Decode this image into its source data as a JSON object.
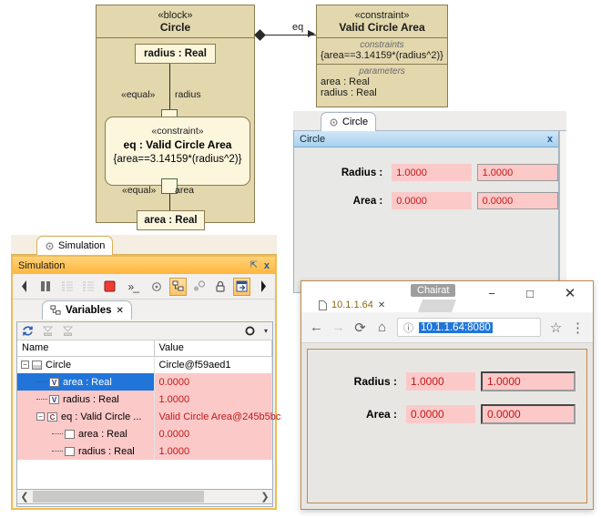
{
  "diagram": {
    "circle_block": {
      "stereotype": "«block»",
      "name": "Circle",
      "port_radius": "radius : Real",
      "port_area": "area : Real",
      "inner_constraint": {
        "stereotype": "«constraint»",
        "name": "eq : Valid Circle Area",
        "equation": "{area==3.14159*(radius^2)}"
      },
      "edge_top_label": "«equal»",
      "edge_top_role": "radius",
      "edge_bottom_label": "«equal»",
      "edge_bottom_role": "area"
    },
    "constraint_block": {
      "stereotype": "«constraint»",
      "name": "Valid Circle Area",
      "constraints_caption": "constraints",
      "constraints_body": "{area==3.14159*(radius^2)}",
      "parameters_caption": "parameters",
      "parameters": [
        "area : Real",
        "radius : Real"
      ]
    },
    "association_label": "eq"
  },
  "circle_panel": {
    "tab_label": "Circle",
    "window_title": "Circle",
    "close_label": "x",
    "rows": [
      {
        "label": "Radius :",
        "display_value": "1.0000",
        "input_value": "1.0000"
      },
      {
        "label": "Area :",
        "display_value": "0.0000",
        "input_value": "0.0000"
      }
    ]
  },
  "simulation": {
    "tab_label": "Simulation",
    "window_title": "Simulation",
    "maximize_label": "⇱",
    "close_label": "x",
    "toolbar": [
      {
        "name": "prev-arrow-button",
        "glyph": "◀",
        "state": "normal"
      },
      {
        "name": "pause-button",
        "glyph": "❙❙",
        "state": "normal"
      },
      {
        "name": "step-into-button",
        "glyph": "⇥",
        "state": "disabled"
      },
      {
        "name": "step-over-button",
        "glyph": "⇤",
        "state": "disabled"
      },
      {
        "name": "stop-button",
        "glyph": "■",
        "state": "normal"
      },
      {
        "name": "console-button",
        "glyph": "»_",
        "state": "normal"
      },
      {
        "name": "settings-gear-button",
        "glyph": "✿",
        "state": "normal"
      },
      {
        "name": "variables-tree-button",
        "glyph": "⊞",
        "state": "active"
      },
      {
        "name": "breakpoints-button",
        "glyph": "∘°",
        "state": "normal"
      },
      {
        "name": "lock-button",
        "glyph": "🔒",
        "state": "normal"
      },
      {
        "name": "open-ui-button",
        "glyph": "⇨",
        "state": "active"
      },
      {
        "name": "next-arrow-button",
        "glyph": "▶",
        "state": "normal"
      }
    ],
    "variables_tab": "Variables",
    "variables_tab_close": "✕",
    "panel_toolbar": [
      {
        "name": "refresh-button",
        "glyph": "⟳",
        "state": "normal"
      },
      {
        "name": "expand-all-button",
        "glyph": "▼",
        "state": "disabled"
      },
      {
        "name": "collapse-all-button",
        "glyph": "▼",
        "state": "disabled"
      },
      {
        "name": "options-gear-button",
        "glyph": "✿",
        "state": "normal"
      },
      {
        "name": "options-dropdown-arrow",
        "glyph": "▾",
        "state": "normal"
      }
    ],
    "table": {
      "columns": [
        "Name",
        "Value"
      ],
      "rows": [
        {
          "indent": 0,
          "expander": "−",
          "icon": "block-icon",
          "name": "Circle",
          "value": "Circle@f59aed1",
          "value_red": false,
          "pink": false,
          "selected": false
        },
        {
          "indent": 1,
          "expander": "",
          "icon": "value-icon",
          "name": "area : Real",
          "value": "0.0000",
          "value_red": true,
          "pink": true,
          "selected": true
        },
        {
          "indent": 1,
          "expander": "",
          "icon": "value-icon",
          "name": "radius : Real",
          "value": "1.0000",
          "value_red": true,
          "pink": true,
          "selected": false
        },
        {
          "indent": 1,
          "expander": "−",
          "icon": "constraint-icon",
          "name": "eq : Valid Circle ...",
          "value": "Valid Circle Area@245b5bc",
          "value_red": true,
          "pink": true,
          "selected": false
        },
        {
          "indent": 2,
          "expander": "",
          "icon": "parameter-icon",
          "name": "area : Real",
          "value": "0.0000",
          "value_red": true,
          "pink": true,
          "selected": false
        },
        {
          "indent": 2,
          "expander": "",
          "icon": "parameter-icon",
          "name": "radius : Real",
          "value": "1.0000",
          "value_red": true,
          "pink": true,
          "selected": false
        }
      ]
    },
    "hscroll": {
      "left_arrow": "❮",
      "right_arrow": "❯"
    }
  },
  "browser": {
    "profile_label": "Chairat",
    "minimize_label": "−",
    "maximize_label": "□",
    "close_label": "✕",
    "tab_title": "10.1.1.64",
    "tab_close": "✕",
    "back_label": "←",
    "forward_label": "→",
    "reload_label": "⟳",
    "home_label": "⌂",
    "info_label": "ⓘ",
    "url": "10.1.1.64:8080",
    "bookmark_label": "☆",
    "menu_label": "⋮",
    "page_rows": [
      {
        "label": "Radius :",
        "display_value": "1.0000",
        "input_value": "1.0000"
      },
      {
        "label": "Area :",
        "display_value": "0.0000",
        "input_value": "0.0000"
      }
    ]
  }
}
